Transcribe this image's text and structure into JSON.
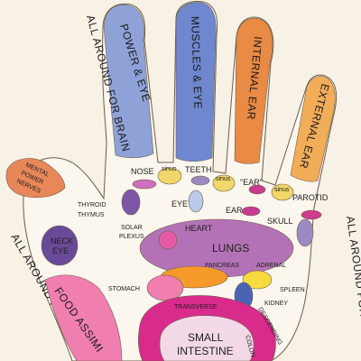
{
  "colors": {
    "background": "#f7f1e6",
    "hand_skin": "#fbf6ee",
    "outline": "#6d5d4a",
    "power_eye": "#8fa2d8",
    "muscles_eye": "#6e87cf",
    "internal_ear": "#e98a45",
    "external_ear": "#f2ad59",
    "mental_power": "#e8875a",
    "neck_eye": "#6a4a98",
    "lungs": "#b472b6",
    "small_intestine": "#d92b8c",
    "stomach": "#f07fb0",
    "pancreas": "#f59a2a",
    "adrenal": "#f6da3f",
    "spleen": "#4a63b5",
    "sinus": "#f1d768",
    "eye_spot": "#b9c9ea",
    "ear_spot": "#c93b8f",
    "nose_spot": "#cf6fbf",
    "parotid_spot": "#cf3d8f",
    "skull_spot": "#9a8bc2"
  },
  "fingers": {
    "index": "POWER & EYE",
    "middle": "MUSCLES & EYE",
    "ring": "INTERNAL EAR",
    "little": "EXTERNAL EAR"
  },
  "edges": {
    "left_top": "ALL AROUND FOR BRAIN",
    "right": "ALL AROUND FOR BRA",
    "left_bottom": "ALL AROUND FOR B"
  },
  "thumb": {
    "tip": "MENTAL POWER NERVES",
    "mid": "NECK EYE",
    "food": "FOOD ASSIMI"
  },
  "labels": {
    "nose": "NOSE",
    "sinus1": "sinus",
    "teeth": "TEETH",
    "sinus2": "sinus",
    "ear_q": "\"EAR\"",
    "sinus3": "sinus",
    "parotid": "PAROTID",
    "thyroid": "THYROID",
    "thymus": "THYMUS",
    "eye": "EYE",
    "ear": "EAR",
    "skull": "SKULL",
    "solar": "SOLAR",
    "plexus": "PLEXUS",
    "heart": "HEART",
    "lungs": "LUNGS",
    "pancreas": "PANCREAS",
    "adrenal": "ADRENAL",
    "stomach": "STOMACH",
    "spleen": "SPLEEN",
    "kidney": "KIDNEY",
    "transverse": "TRANSVERSE",
    "descending": "DESCENDING",
    "colon": "COLON",
    "small": "SMALL",
    "intestine": "INTESTINE"
  }
}
